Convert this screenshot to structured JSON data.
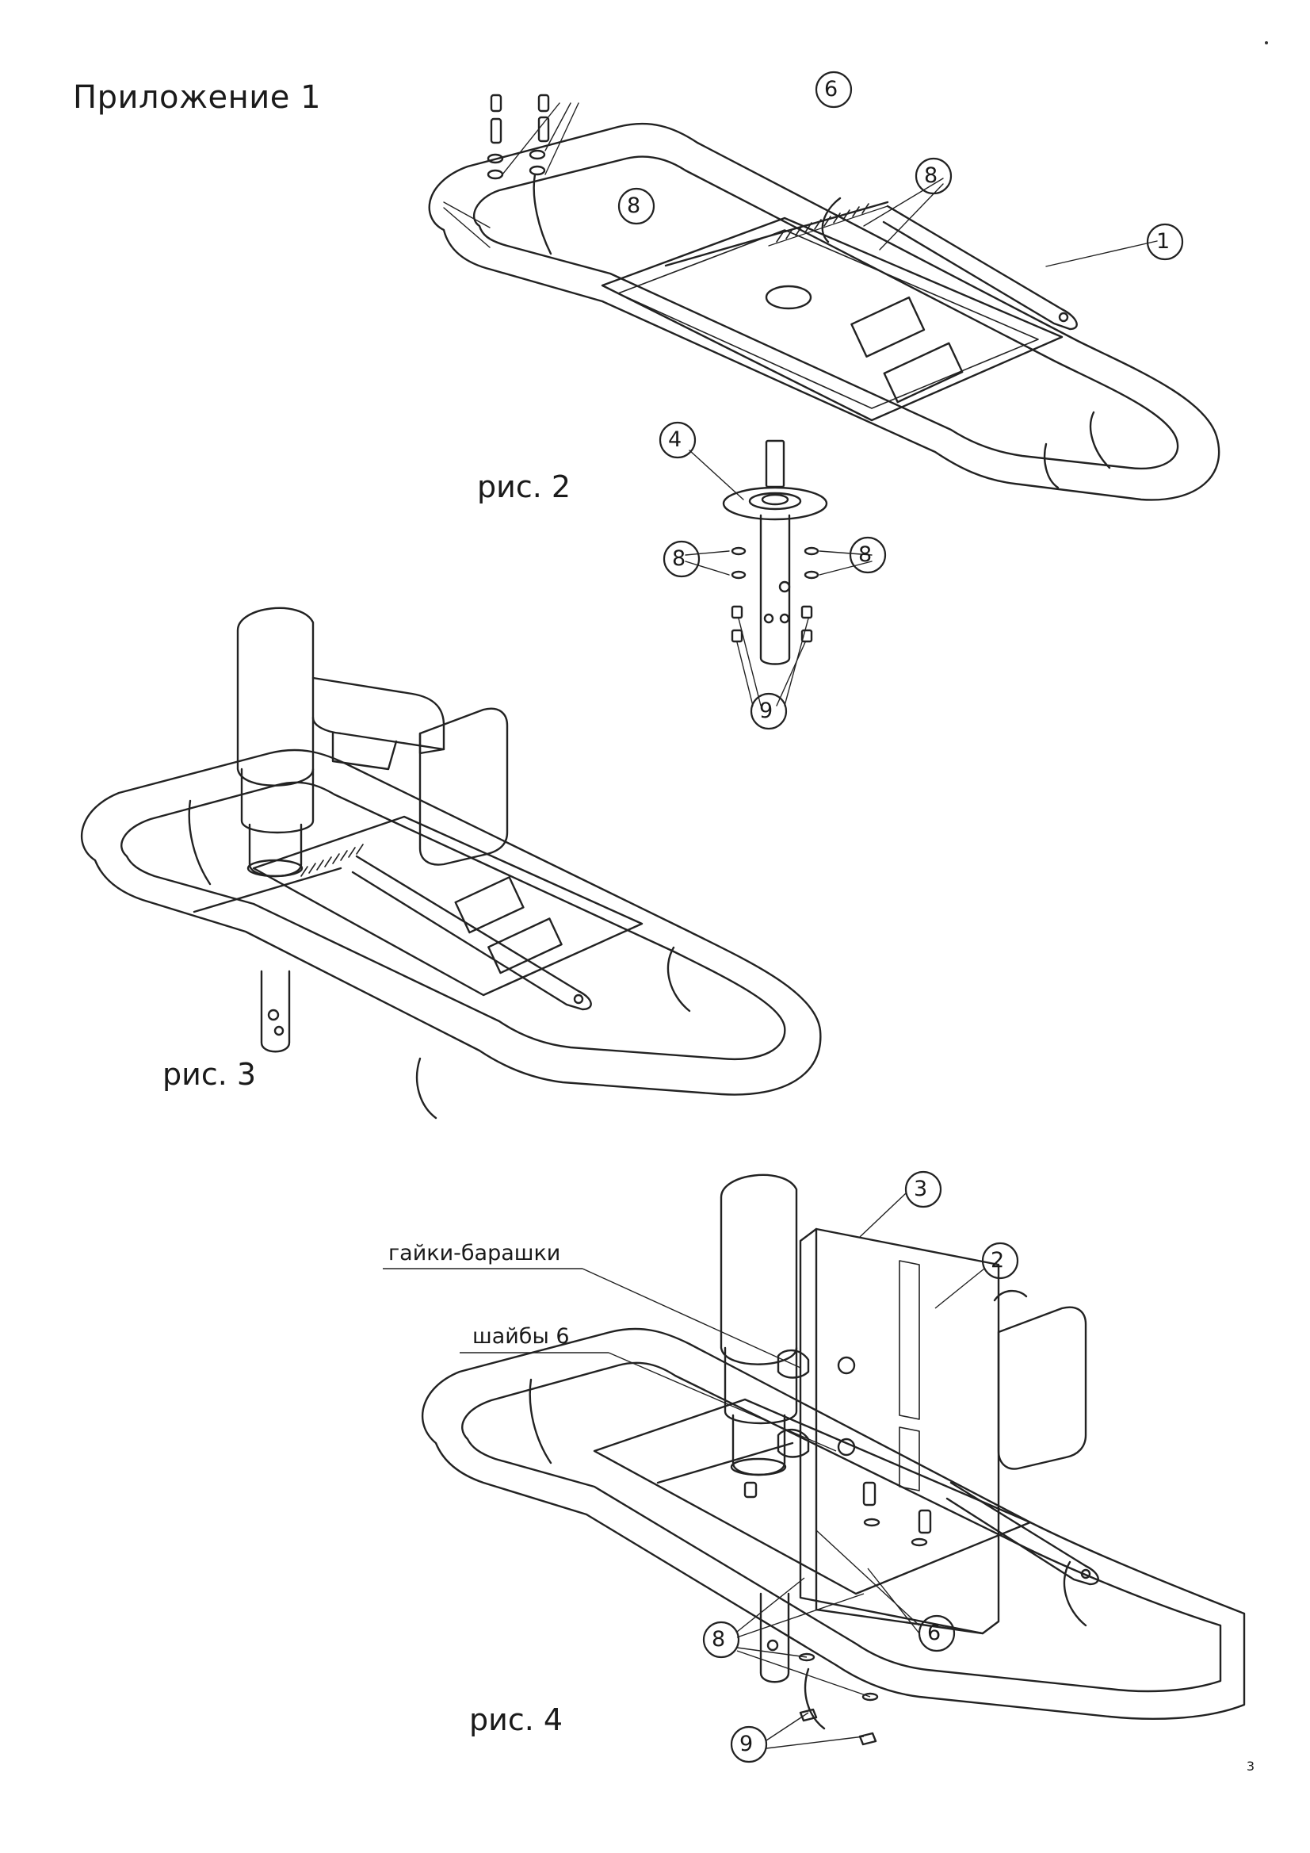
{
  "page": {
    "title": "Приложение 1",
    "page_number": "3"
  },
  "figures": [
    {
      "caption": "рис. 2",
      "callouts": [
        "6",
        "8",
        "8",
        "1",
        "4",
        "8",
        "8",
        "9"
      ]
    },
    {
      "caption": "рис. 3",
      "callouts": []
    },
    {
      "caption": "рис. 4",
      "callouts": [
        "3",
        "2",
        "6",
        "8",
        "9"
      ],
      "labels": [
        "гайки-барашки",
        "шайбы 6"
      ]
    }
  ]
}
